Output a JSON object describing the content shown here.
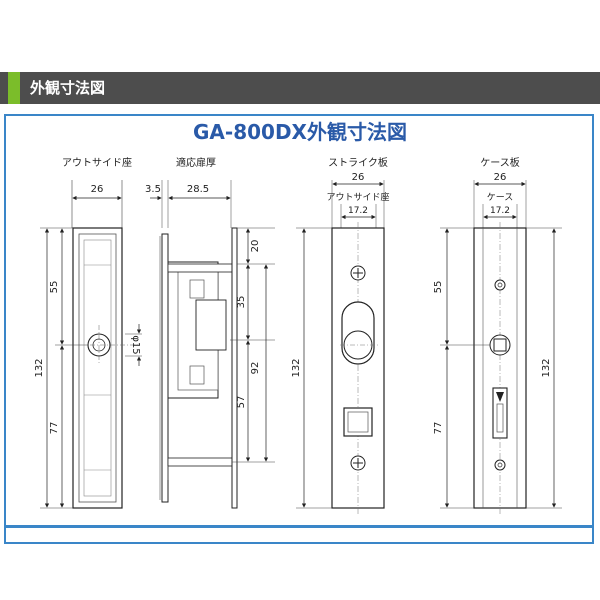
{
  "header": {
    "title": "外観寸法図"
  },
  "panel": {
    "title": "GA-800DX外観寸法図"
  },
  "views": {
    "outside": {
      "label": "アウトサイド座",
      "width": "26",
      "height_total": "132",
      "upper": "55",
      "lower": "77",
      "hole": "φ15"
    },
    "side": {
      "label": "適応扉厚",
      "thickness": "3.5",
      "depth": "28.5",
      "d20": "20",
      "d35": "35",
      "d92": "92",
      "d57": "57"
    },
    "strike": {
      "label": "ストライク板",
      "width": "26",
      "inner_label": "アウトサイド座",
      "inner_width": "17.2",
      "height_total": "132"
    },
    "case": {
      "label": "ケース板",
      "width": "26",
      "inner_label": "ケース",
      "inner_width": "17.2",
      "height_total": "132",
      "upper": "55",
      "lower": "77"
    }
  }
}
